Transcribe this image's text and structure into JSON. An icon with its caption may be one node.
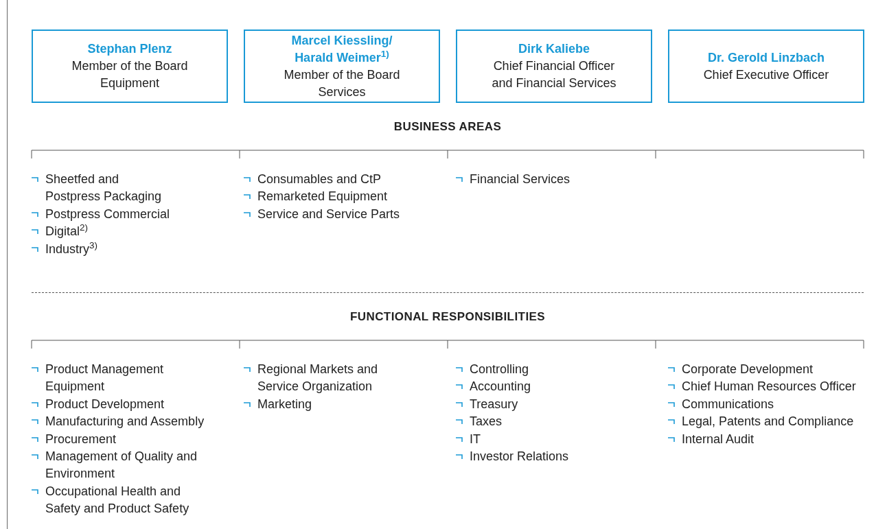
{
  "diagram": {
    "nodes": [
      {
        "text": [
          "Stephan Plenz",
          "Member of the Board Equipment"
        ]
      },
      {
        "text": [
          "Marcel Kiessling/ Harald Weimer$^{1)}$",
          "Member of the Board Services"
        ]
      },
      {
        "text": [
          "Dirk Kaliebe",
          "Chief Financial Officer and Financial Services"
        ]
      },
      {
        "text": [
          "Dr. Gerold Linzbach",
          "Chief Executive Officer"
        ]
      }
    ],
    "labels": [
      "BUSINESS AREAS",
      "Sheetfed and Postpress Packaging",
      "Postpress Commercial",
      "Digital$^{2)}$",
      "Industry$^{3)}$",
      "Consumables and CtP",
      "Remarketed Equipment",
      "Service and Service Parts",
      "Financial Services",
      "FUNCTIONAL RESPONSIBILITIES",
      "Product Management Equipment",
      "Product Development",
      "Manufacturing and Assembly",
      "Procurement",
      "Management of Quality and Environment",
      "Occupational Health and Safety and Product Safety",
      "Regional Markets and Service Organization",
      "Marketing",
      "Controlling",
      "Accounting",
      "Treasury",
      "Taxes",
      "IT",
      "Investor Relations",
      "Corporate Development",
      "Chief Human Resources Officer",
      "Communications",
      "Legal, Patents and Compliance",
      "Internal Audit"
    ]
  }
}
